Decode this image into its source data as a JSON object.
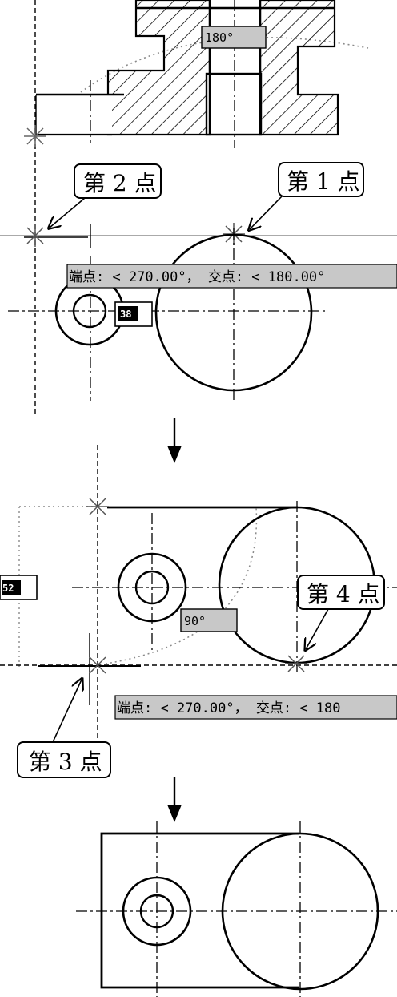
{
  "step1": {
    "angle_label": "180°",
    "callout_pt2": "第 2 点",
    "callout_pt1": "第 1 点",
    "snap_tooltip": "端点: < 270.00°，  交点: < 180.00°",
    "input_value": "38"
  },
  "step2": {
    "input_value": "52",
    "angle_label": "90°",
    "callout_pt4": "第 4 点",
    "snap_tooltip": "端点: < 270.00°，  交点: < 180",
    "callout_pt3": "第 3 点"
  },
  "colors": {
    "line": "#000000",
    "tooltip_bg": "#c8c8c8",
    "input_box_bg": "#000000",
    "dotted_track": "#8a8a8a"
  }
}
